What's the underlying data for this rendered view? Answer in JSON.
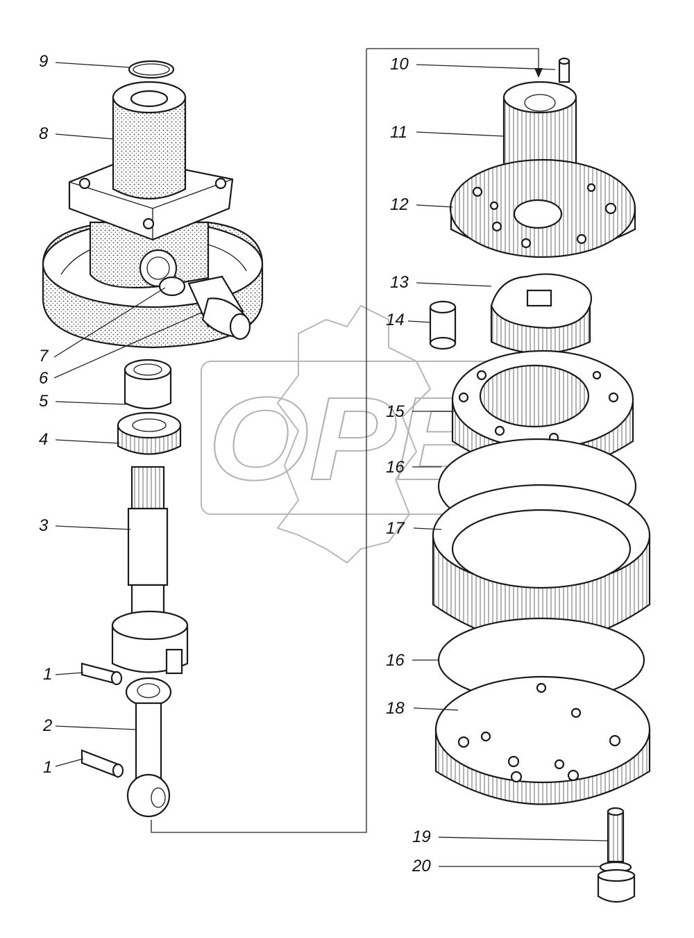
{
  "watermark": {
    "text": "OPEX",
    "color": "#9a9a9a"
  },
  "labels": [
    {
      "id": "label-9",
      "text": "9"
    },
    {
      "id": "label-8",
      "text": "8"
    },
    {
      "id": "label-7",
      "text": "7"
    },
    {
      "id": "label-6",
      "text": "6"
    },
    {
      "id": "label-5",
      "text": "5"
    },
    {
      "id": "label-4",
      "text": "4"
    },
    {
      "id": "label-3",
      "text": "3"
    },
    {
      "id": "label-1-upper",
      "text": "1"
    },
    {
      "id": "label-2",
      "text": "2"
    },
    {
      "id": "label-1-lower",
      "text": "1"
    },
    {
      "id": "label-10",
      "text": "10"
    },
    {
      "id": "label-11",
      "text": "11"
    },
    {
      "id": "label-12",
      "text": "12"
    },
    {
      "id": "label-13",
      "text": "13"
    },
    {
      "id": "label-14",
      "text": "14"
    },
    {
      "id": "label-15",
      "text": "15"
    },
    {
      "id": "label-16-upper",
      "text": "16"
    },
    {
      "id": "label-17",
      "text": "17"
    },
    {
      "id": "label-16-lower",
      "text": "16"
    },
    {
      "id": "label-18",
      "text": "18"
    },
    {
      "id": "label-19",
      "text": "19"
    },
    {
      "id": "label-20",
      "text": "20"
    }
  ]
}
